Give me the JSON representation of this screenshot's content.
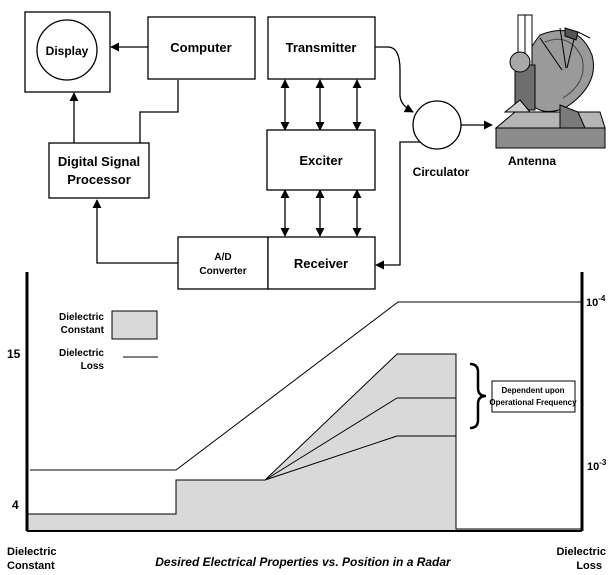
{
  "blocks": {
    "display": "Display",
    "computer": "Computer",
    "transmitter": "Transmitter",
    "dsp_line1": "Digital Signal",
    "dsp_line2": "Processor",
    "exciter": "Exciter",
    "ad_line1": "A/D",
    "ad_line2": "Converter",
    "receiver": "Receiver",
    "circulator": "Circulator",
    "antenna": "Antenna"
  },
  "chart": {
    "legend": {
      "dc_line1": "Dielectric",
      "dc_line2": "Constant",
      "dl_line1": "Dielectric",
      "dl_line2": "Loss"
    },
    "left_ticks": [
      "15",
      "4"
    ],
    "right_ticks": [
      "10-4",
      "10-3"
    ],
    "bracket_line1": "Dependent upon",
    "bracket_line2": "Operational Frequency",
    "left_axis_line1": "Dielectric",
    "left_axis_line2": "Constant",
    "right_axis_line1": "Dielectric",
    "right_axis_line2": "Loss",
    "caption": "Desired Electrical Properties vs. Position in a Radar"
  },
  "colors": {
    "fill": "#d9d9d9",
    "stroke": "#000000"
  }
}
